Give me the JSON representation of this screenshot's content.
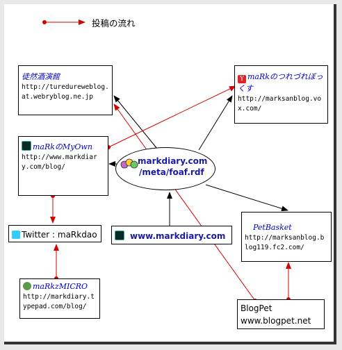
{
  "legend": {
    "label": "投稿の流れ",
    "color": "#d60000"
  },
  "center": {
    "line1": "markdiary.com",
    "line2": "/meta/foaf.rdf"
  },
  "nodes": {
    "tsurezure": {
      "title": "徒然酒演館",
      "url": "http://turedureweblog.at.webryblog.ne.jp"
    },
    "vox": {
      "title": "maRkのつれづれぼっくす",
      "url": "http://marksanblog.vox.com/"
    },
    "myown": {
      "title": "maRkのMyOwn",
      "url": "http://www.markdiary.com/blog/"
    },
    "twitter": {
      "label": "Twitter : maRkdao"
    },
    "markdiary": {
      "label": "www.markdiary.com"
    },
    "petbasket": {
      "title": "PetBasket",
      "url": "http://marksanblog.blog119.fc2.com/"
    },
    "micro": {
      "title": "maRkzMICRO",
      "url": "http://markdiary.typepad.com/blog/"
    },
    "blogpet": {
      "line1": "BlogPet",
      "line2": "www.blogpet.net"
    }
  },
  "colors": {
    "flow": "#d60000",
    "link": "#000000",
    "title": "#0000cc",
    "center": "#1a1aa8"
  }
}
